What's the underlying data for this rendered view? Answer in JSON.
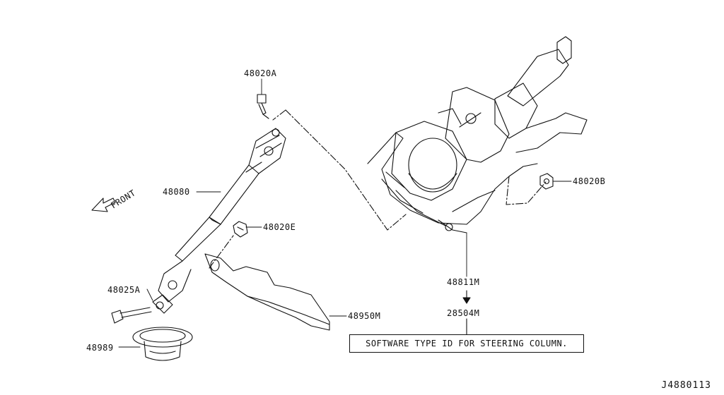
{
  "parts": {
    "p48020A": "48020A",
    "p48080": "48080",
    "p48020E": "48020E",
    "p48025A": "48025A",
    "p48989": "48989",
    "p48950M": "48950M",
    "p48811M": "48811M",
    "p28504M": "28504M",
    "p48020B": "48020B"
  },
  "front_label": "FRONT",
  "note": "SOFTWARE TYPE ID FOR STEERING COLUMN.",
  "ref_code": "J4880113"
}
